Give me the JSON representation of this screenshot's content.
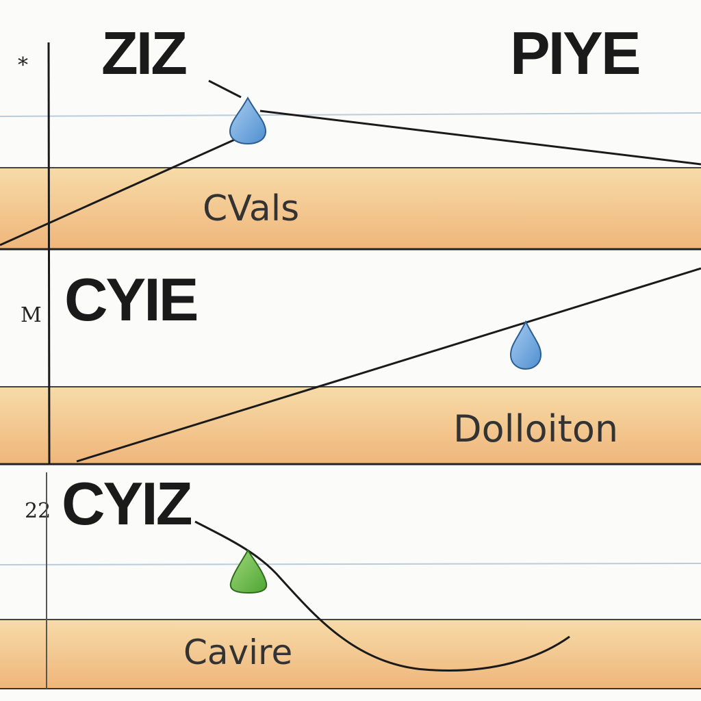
{
  "panels": [
    {
      "heading": "ZIZ",
      "heading_right": "PIYE",
      "band_label": "CVals",
      "axis_mark": "*",
      "marker_shape": "drop-icon",
      "marker_color": "#5b9bd5"
    },
    {
      "heading": "CYIE",
      "band_label": "Dolloiton",
      "axis_mark": "M",
      "marker_shape": "drop-icon",
      "marker_color": "#5b9bd5"
    },
    {
      "heading": "CYIZ",
      "band_label": "Cavire",
      "axis_mark": "22",
      "marker_shape": "cone-icon",
      "marker_color": "#6dbb45"
    }
  ],
  "colors": {
    "band_top": "#f6d7a3",
    "band_bottom": "#efb97e",
    "grid_line": "#b9ccd8",
    "ink": "#1a1a1a"
  }
}
